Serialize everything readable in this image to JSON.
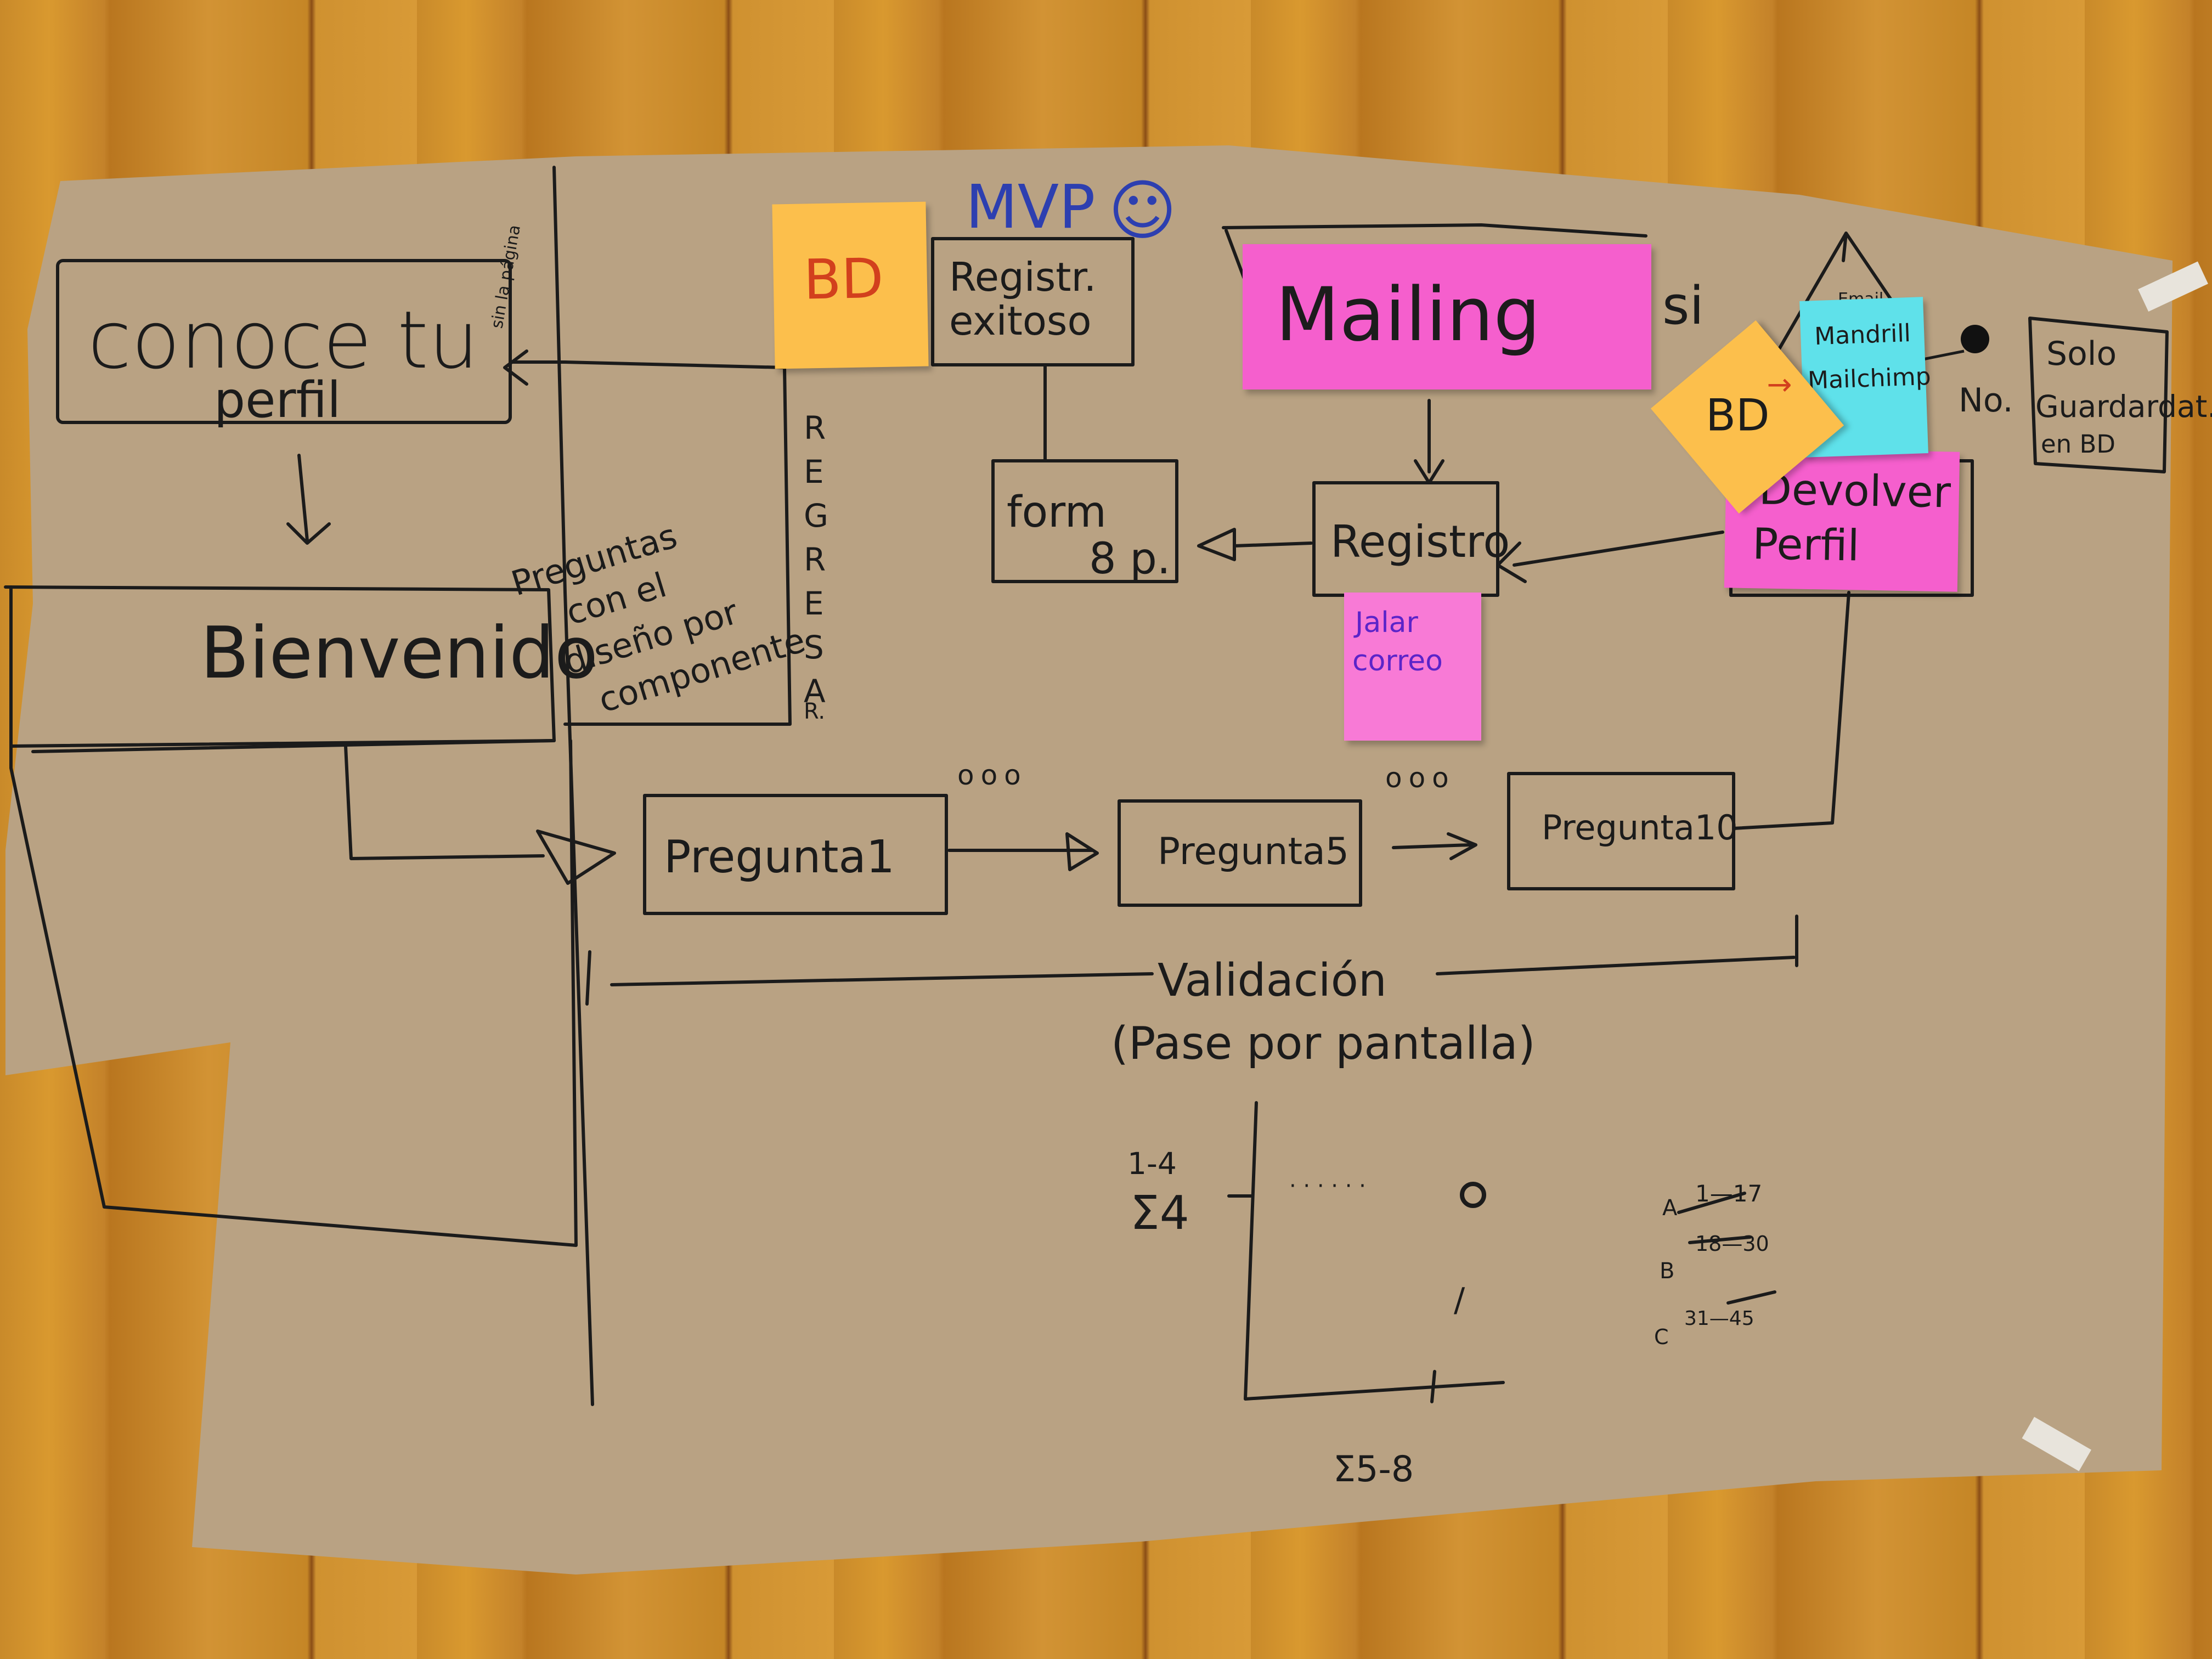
{
  "colors": {
    "paper": "#b9a283",
    "ink": "#1b1b1b",
    "note_orange": "#fcbf4c",
    "note_pink": "#f55fcd",
    "note_cyan": "#5fe1ea",
    "note_pink_light": "#f87ad6",
    "mvp_ink": "#2d3fb0"
  },
  "sidebar": {
    "title_line1": "conoce tu",
    "title_line2": "perfil",
    "side_note": "sin la página",
    "welcome": "Bienvenido",
    "questions_note_line1": "Preguntas",
    "questions_note_line2": "con el",
    "questions_note_line3": "diseño por",
    "questions_note_line4": "componente",
    "regresar_letters": [
      "R",
      "E",
      "G",
      "R",
      "E",
      "S",
      "A",
      "R."
    ]
  },
  "top": {
    "mvp": "MVP",
    "mvp_smiley": "☺",
    "bd_note": "BD",
    "registro_exitoso_line1": "Registr.",
    "registro_exitoso_line2": "exitoso",
    "form_line1": "form",
    "form_line2": "8 p.",
    "registro": "Registro",
    "jalar_correo_line1": "Jalar",
    "jalar_correo_line2": "correo",
    "mailing": "Mailing",
    "si": "si",
    "email": "Email",
    "mandrill_line1": "Mandrill",
    "mandrill_line2": "Mailchimp",
    "bd_note2": "BD",
    "bd_arrow": "→",
    "no": "No.",
    "solo_line1": "Solo",
    "solo_line2": "Guardardat.",
    "solo_line3": "en BD",
    "devolver_line1": "Devolver",
    "devolver_line2": "Perfil"
  },
  "flow": {
    "dots": "ooo",
    "pregunta1": "Pregunta1",
    "pregunta5": "Pregunta5",
    "pregunta10": "Pregunta10",
    "validacion": "Validación",
    "pase": "(Pase por pantalla)"
  },
  "graph": {
    "y_top": "1-4",
    "y_sum": "Σ4",
    "x_sum": "Σ5-8",
    "dots": "· · · · · ·",
    "dash": "/"
  },
  "legend": {
    "rows": [
      {
        "letter": "A",
        "range": "1—17"
      },
      {
        "letter": "B",
        "range": "18—30"
      },
      {
        "letter": "C",
        "range": "31—45"
      }
    ]
  }
}
